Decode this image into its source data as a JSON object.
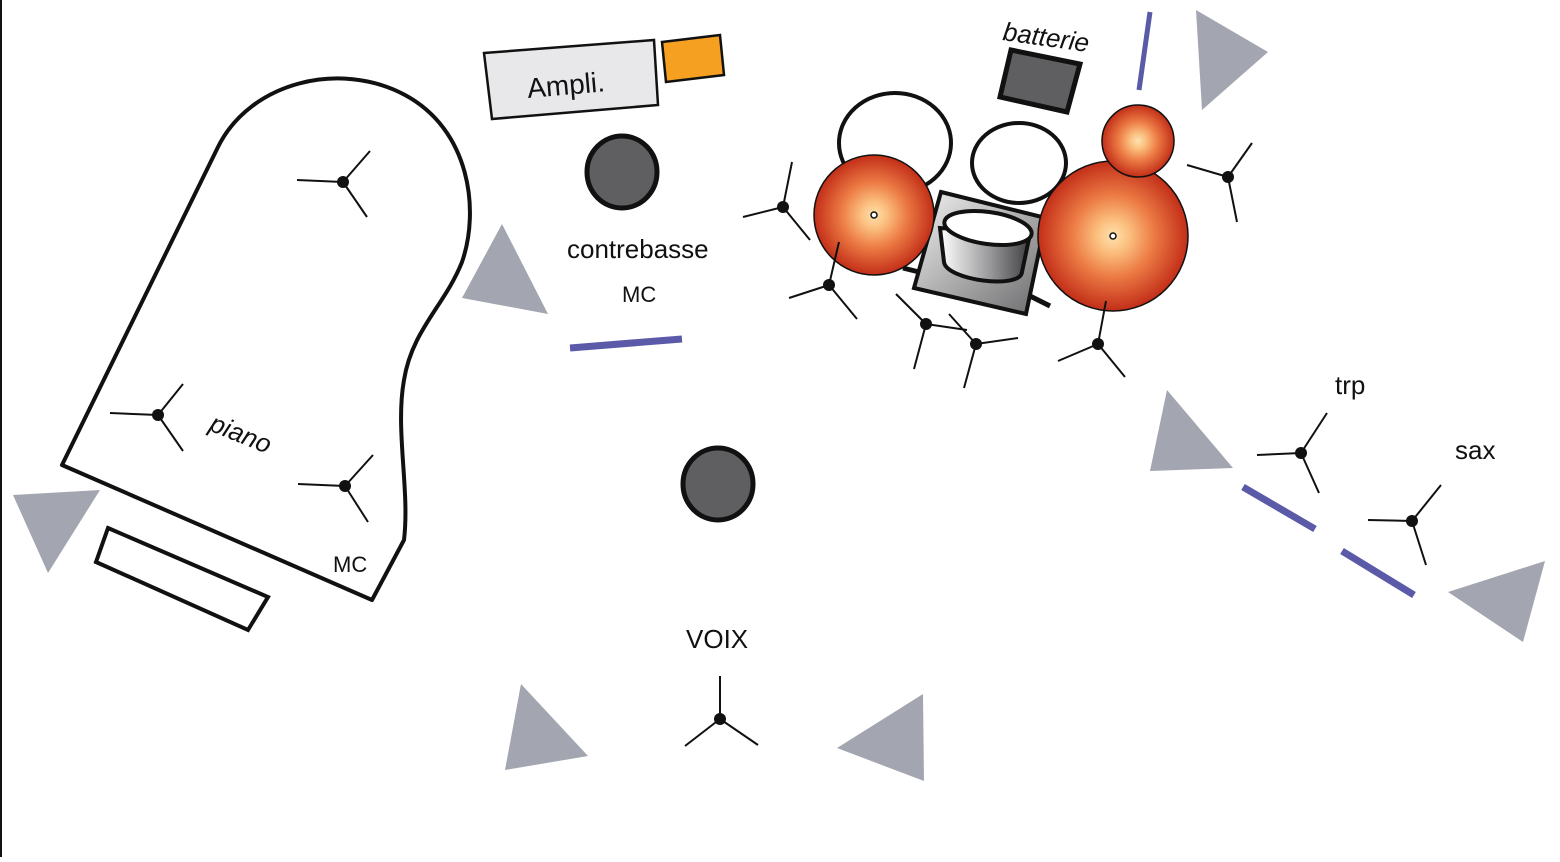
{
  "labels": {
    "ampli": "Ampli.",
    "batterie": "batterie",
    "contrebasse": "contrebasse",
    "mc_bass": "MC",
    "piano": "piano",
    "mc_piano": "MC",
    "voix": "VOIX",
    "trp": "trp",
    "sax": "sax"
  },
  "colors": {
    "monitor": "#a3a6b0",
    "baffle": "#5a5aa8",
    "amp_accent": "#f5a020",
    "amp_body": "#e8e8ea",
    "cymbal_inner": "#fdc98a",
    "cymbal_mid": "#f08a4a",
    "cymbal_outer": "#c8321a",
    "dark_gray": "#5f5f62"
  },
  "icons": {
    "monitor": "monitor-wedge-icon",
    "microphone": "microphone-stand-icon",
    "baffle": "acoustic-baffle-icon"
  }
}
